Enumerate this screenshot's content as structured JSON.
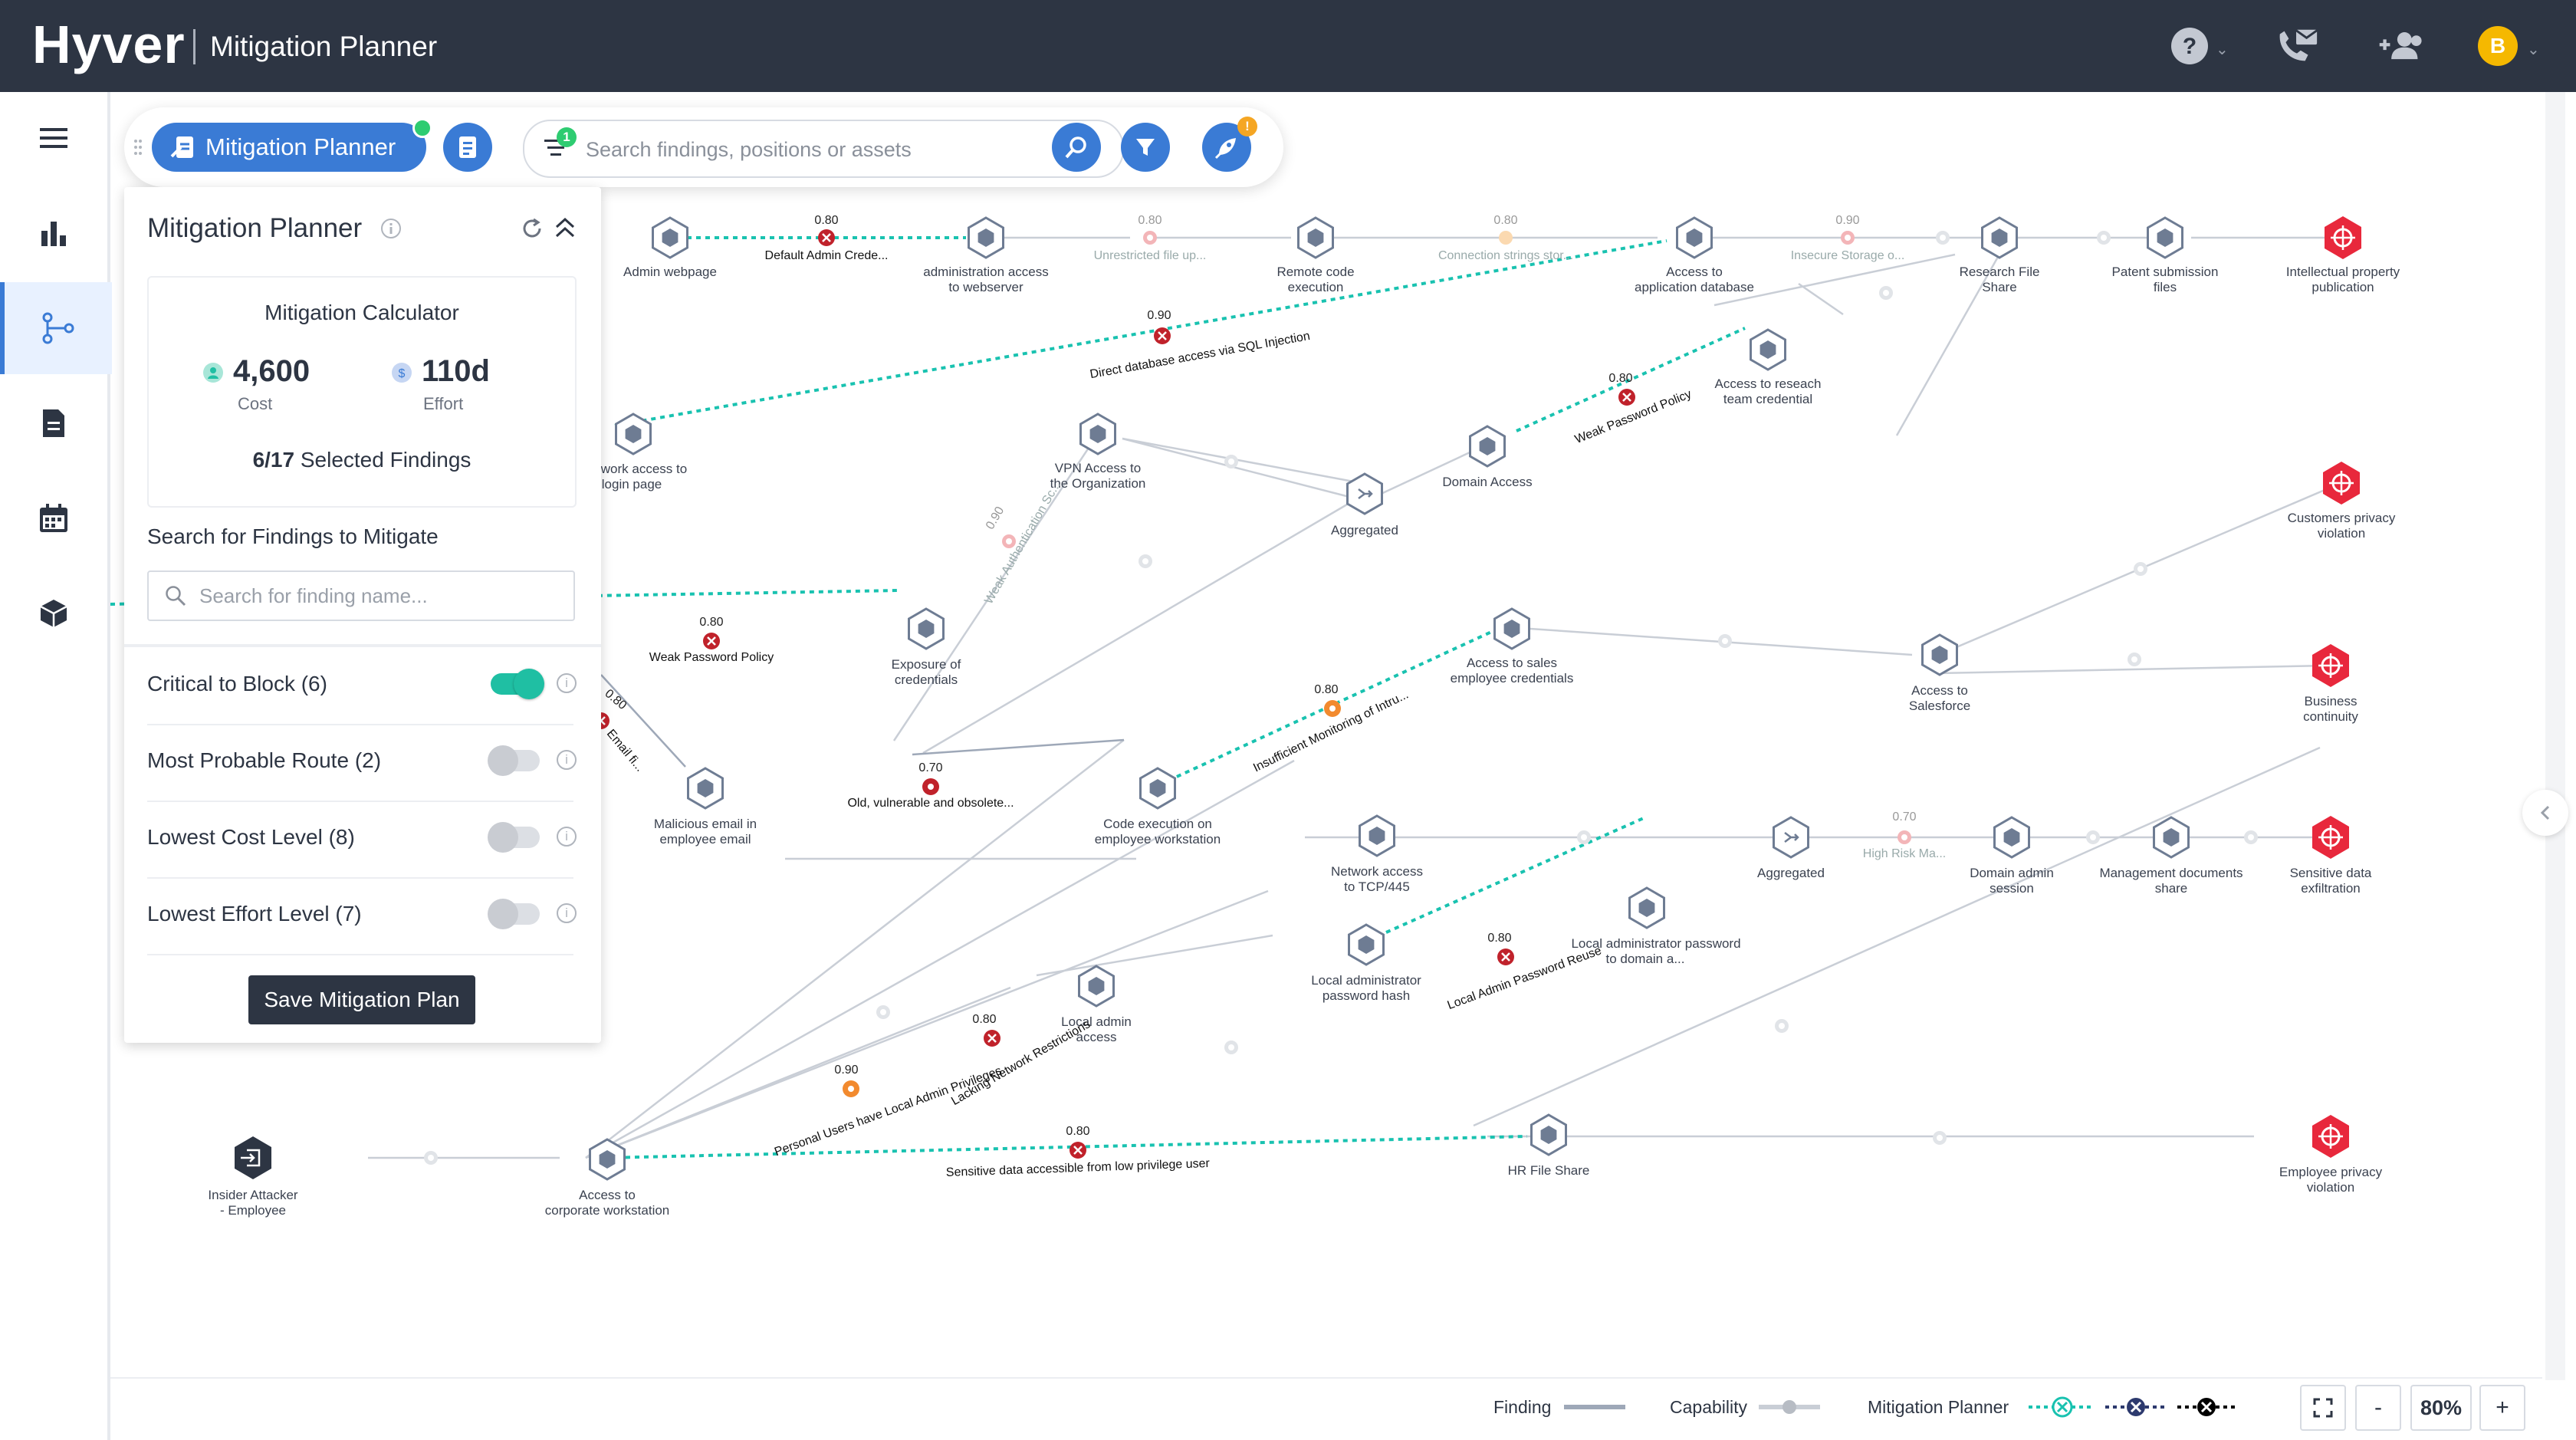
{
  "header": {
    "brand": "Hyver",
    "app_title": "Mitigation Planner",
    "icons": [
      "help-icon",
      "phone-mail-icon",
      "add-users-icon"
    ],
    "avatar_initial": "B"
  },
  "sidebar": {
    "items": [
      {
        "icon": "menu-icon"
      },
      {
        "icon": "bar-chart-icon"
      },
      {
        "icon": "attack-path-icon",
        "active": true
      },
      {
        "icon": "document-icon"
      },
      {
        "icon": "calendar-icon"
      },
      {
        "icon": "cube-icon"
      }
    ]
  },
  "toolbar": {
    "planner_label": "Mitigation Planner",
    "filter_count": "1",
    "search_placeholder": "Search findings, positions or assets",
    "alert_badge": "!"
  },
  "panel": {
    "title": "Mitigation Planner",
    "calculator_title": "Mitigation Calculator",
    "cost_value": "4,600",
    "cost_label": "Cost",
    "effort_value": "110d",
    "effort_label": "Effort",
    "selected_count": "6/17",
    "selected_label": "Selected Findings",
    "search_section_title": "Search for Findings to Mitigate",
    "search_placeholder": "Search for finding name...",
    "options": [
      {
        "label": "Critical to Block (6)",
        "enabled": true
      },
      {
        "label": "Most Probable Route (2)",
        "enabled": false
      },
      {
        "label": "Lowest Cost Level (8)",
        "enabled": false
      },
      {
        "label": "Lowest Effort Level (7)",
        "enabled": false
      }
    ],
    "save_label": "Save Mitigation Plan"
  },
  "graph": {
    "nodes": {
      "admin_webpage": "Admin webpage",
      "admin_access_webserver_1": "administration access",
      "admin_access_webserver_2": "to webserver",
      "remote_code_1": "Remote code",
      "remote_code_2": "execution",
      "access_app_db_1": "Access to",
      "access_app_db_2": "application database",
      "research_share_1": "Research File",
      "research_share_2": "Share",
      "patent_1": "Patent submission",
      "patent_2": "files",
      "ip_pub_1": "Intellectual property",
      "ip_pub_2": "publication",
      "net_login_1": "work access to",
      "net_login_2": "login page",
      "vpn_1": "VPN Access to",
      "vpn_2": "the Organization",
      "aggregated_1": "Aggregated",
      "domain_access": "Domain Access",
      "research_cred_1": "Access to reseach",
      "research_cred_2": "team credential",
      "customers_1": "Customers privacy",
      "customers_2": "violation",
      "exposure_1": "Exposure of",
      "exposure_2": "credentials",
      "sales_cred_1": "Access to sales",
      "sales_cred_2": "employee credentials",
      "salesforce_1": "Access to",
      "salesforce_2": "Salesforce",
      "business_1": "Business",
      "business_2": "continuity",
      "malicious_1": "Malicious email in",
      "malicious_2": "employee email",
      "code_exec_1": "Code execution on",
      "code_exec_2": "employee workstation",
      "net_tcp_1": "Network access",
      "net_tcp_2": "to TCP/445",
      "aggregated_2": "Aggregated",
      "domain_admin_1": "Domain admin",
      "domain_admin_2": "session",
      "mgmt_docs_1": "Management documents",
      "mgmt_docs_2": "share",
      "sensitive_1": "Sensitive data",
      "sensitive_2": "exfiltration",
      "local_admin_pw_1": "Local administrator password",
      "local_admin_pw_2": "to domain a...",
      "local_admin_hash_1": "Local administrator",
      "local_admin_hash_2": "password hash",
      "local_admin_access_1": "Local admin",
      "local_admin_access_2": "access",
      "insider_1": "Insider Attacker",
      "insider_2": "- Employee",
      "corp_ws_1": "Access to",
      "corp_ws_2": "corporate workstation",
      "hr_share": "HR File Share",
      "employee_privacy_1": "Employee privacy",
      "employee_privacy_2": "violation"
    },
    "findings": {
      "default_admin": {
        "score": "0.80",
        "label": "Default Admin Crede..."
      },
      "unrestricted_file": {
        "score": "0.80",
        "label": "Unrestricted file up..."
      },
      "connection_strings": {
        "score": "0.80",
        "label": "Connection strings stor..."
      },
      "insecure_storage": {
        "score": "0.90",
        "label": "Insecure Storage o..."
      },
      "sql_injection": {
        "score": "0.90",
        "label": "Direct database access via SQL Injection"
      },
      "weak_pw_research": {
        "score": "0.80",
        "label": "Weak Password Policy"
      },
      "weak_auth": {
        "score": "0.90",
        "label": "Weak Authentication Sc..."
      },
      "weak_pw_exposure": {
        "score": "0.80",
        "label": "Weak Password Policy"
      },
      "email_fi": {
        "score": "0.80",
        "label": "Email fi..."
      },
      "old_vulnerable": {
        "score": "0.70",
        "label": "Old, vulnerable and obsolete..."
      },
      "insufficient_monitoring": {
        "score": "0.80",
        "label": "Insufficient Monitoring of Intru..."
      },
      "high_risk": {
        "score": "0.70",
        "label": "High Risk Ma..."
      },
      "local_admin_reuse": {
        "score": "0.80",
        "label": "Local Admin Password Reuse"
      },
      "lacking_network": {
        "score": "0.80",
        "label": "Lacking Network Restrictions"
      },
      "personal_users": {
        "score": "0.90",
        "label": "Personal Users have Local Admin Privileges"
      },
      "sensitive_low_priv": {
        "score": "0.80",
        "label": "Sensitive data accessible from low privilege user"
      }
    }
  },
  "legend": {
    "finding_label": "Finding",
    "capability_label": "Capability",
    "mitigation_label": "Mitigation Planner",
    "zoom_level": "80%",
    "zoom_out": "-",
    "zoom_in": "+"
  },
  "colors": {
    "topbar": "#2d3543",
    "accent": "#3a7bd5",
    "mitigation_path": "#19c2b0",
    "finding_red": "#c0222b",
    "finding_orange": "#f28a2e",
    "target_red": "#e8283c",
    "asset_node": "#6e7c93",
    "toggle_on": "#1fbfa3"
  }
}
